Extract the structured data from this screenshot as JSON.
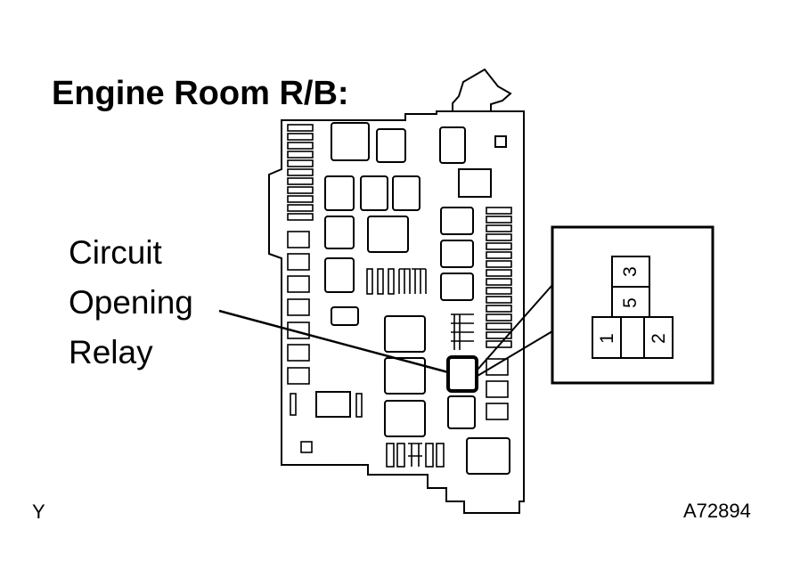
{
  "title": "Engine Room R/B:",
  "callout": {
    "line1": "Circuit",
    "line2": "Opening",
    "line3": "Relay"
  },
  "connector_pins": [
    "1",
    "2",
    "3",
    "5"
  ],
  "corner_left": "Y",
  "figure_id": "A72894"
}
